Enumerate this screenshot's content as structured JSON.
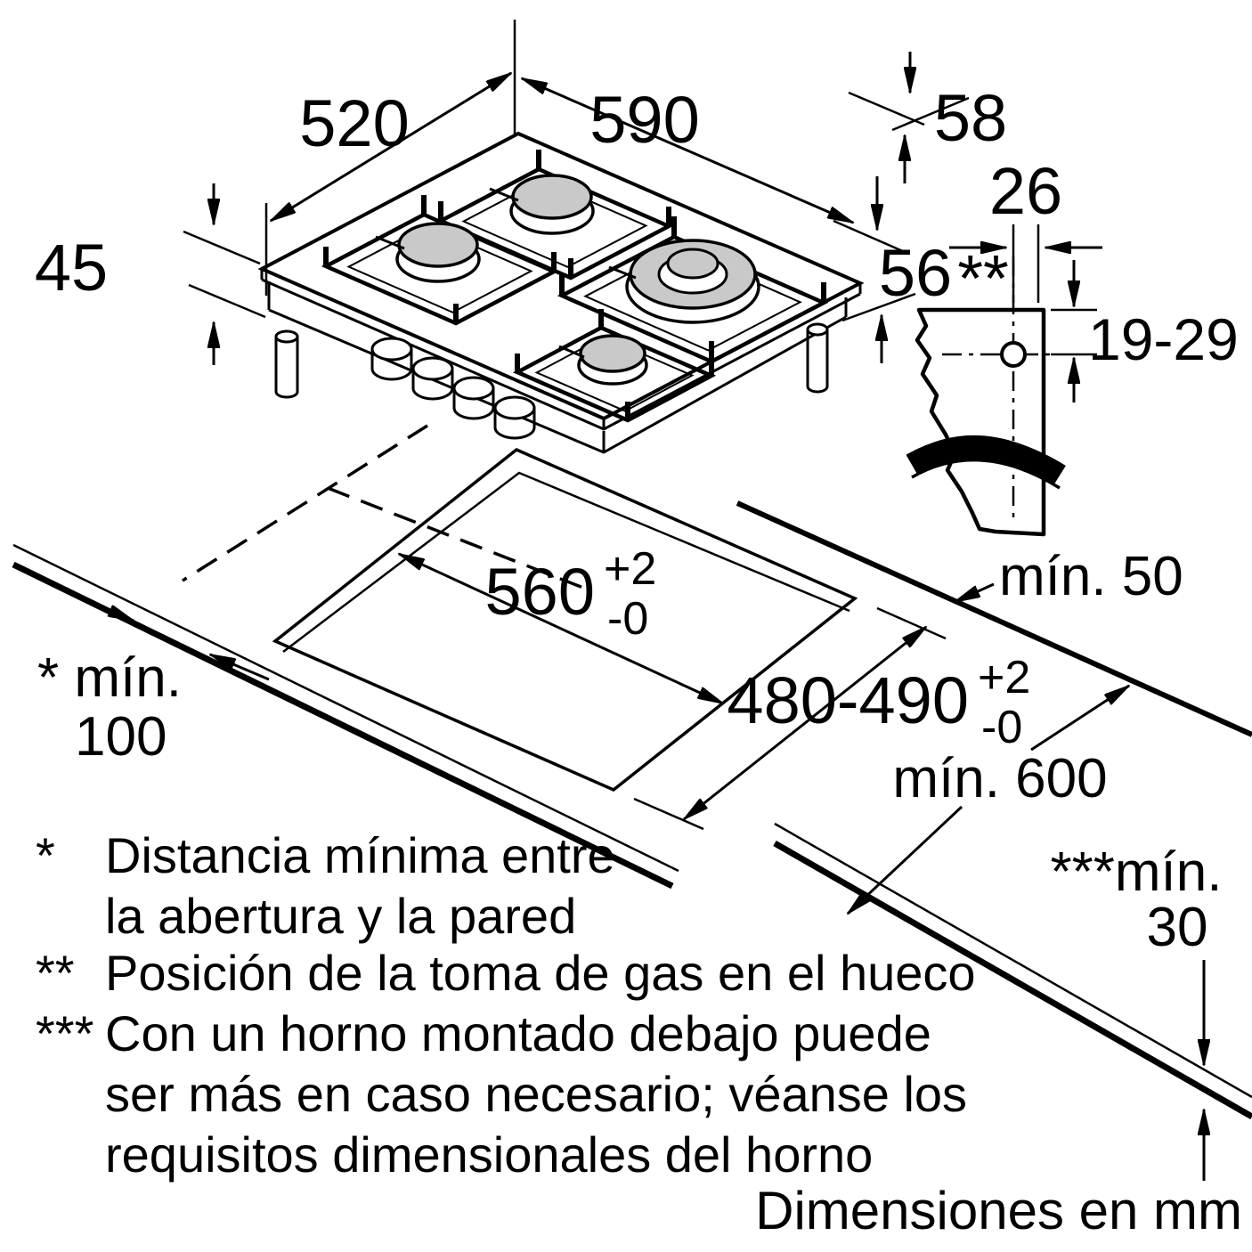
{
  "units_note": "Dimensiones en mm",
  "colors": {
    "line": "#000000",
    "background": "#ffffff",
    "burner_cap": "#c9c9c9"
  },
  "hob": {
    "depth_label": "520",
    "width_label": "590",
    "height_total_label": "58",
    "height_front_label": "45",
    "height_below_label": "56"
  },
  "gas_connection": {
    "offset_label": "26",
    "marker": "**",
    "height_range_label": "19-29"
  },
  "cutout": {
    "width": "560",
    "depth": "480-490",
    "tol_plus": "+2",
    "tol_minus": "-0"
  },
  "clearances": {
    "rear": "mín. 50",
    "wall_star": "* mín.",
    "wall_value": "100",
    "front_depth": "mín. 600",
    "oven_stars": "***mín.",
    "oven_value": "30"
  },
  "footnotes": [
    {
      "marker": "*",
      "lines": [
        "Distancia mínima entre",
        "la abertura y la pared"
      ]
    },
    {
      "marker": "**",
      "lines": [
        "Posición de la toma de gas en el hueco"
      ]
    },
    {
      "marker": "***",
      "lines": [
        "Con un horno montado debajo puede",
        "ser más en caso necesario; véanse los",
        "requisitos dimensionales del horno"
      ]
    }
  ]
}
